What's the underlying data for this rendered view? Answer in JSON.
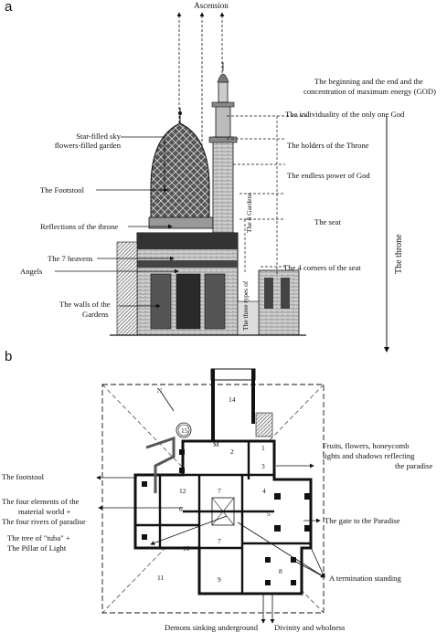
{
  "panel_a": {
    "letter": "a",
    "top_label": "Ascension",
    "throne_label": "The throne",
    "left_labels": {
      "sky": "Star-filled sky",
      "garden": "flowers-filled garden",
      "footstool": "The Footstool",
      "reflections": "Reflections of the throne",
      "heavens": "The 7 heavens",
      "angels": "Angels",
      "walls_1": "The walls of the",
      "walls_2": "Gardens"
    },
    "right_labels": {
      "beginning_1": "The beginning and the end and the",
      "beginning_2": "concentration of maximum energy (GOD)",
      "individuality": "The individuality of the only one God",
      "holders": "The holders of the Throne",
      "power": "The endless power of God",
      "seat": "The seat",
      "corners": "The 4 corners of the seat"
    },
    "vertical_labels": {
      "gardens": "The 8 Gardens",
      "types": "The three types of"
    }
  },
  "panel_b": {
    "letter": "b",
    "left_labels": {
      "footstool": "The footstool",
      "elements_1": "The four elements of the",
      "elements_2": "material world +",
      "elements_3": "The four rivers of paradise",
      "tree_1": "The tree of \"tuba\" +",
      "tree_2": "The Pillar of Light"
    },
    "right_labels": {
      "fruits_1": "Fruits, flowers, honeycomb",
      "fruits_2": "lights and shadows reflecting",
      "fruits_3": "the paradise",
      "gate": "The gate to the Paradise",
      "termination": "A termination standing"
    },
    "bottom_labels": {
      "demons": "Demons sinking underground",
      "divinity": "Divinity and wholness"
    },
    "room_numbers": [
      "15",
      "14",
      "1",
      "2",
      "3",
      "4",
      "5",
      "6",
      "7",
      "7",
      "8",
      "9",
      "10",
      "11",
      "12",
      "M"
    ]
  }
}
